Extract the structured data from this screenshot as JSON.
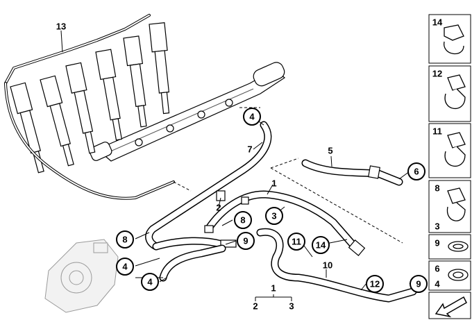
{
  "callouts": {
    "c13": "13",
    "c1_top": "1",
    "c2_top": "2",
    "c3": "3",
    "c4_top": "4",
    "c4_mid": "4",
    "c4_bottom": "4",
    "c5": "5",
    "c6": "6",
    "c7": "7",
    "c8_left": "8",
    "c8_mid": "8",
    "c9_mid": "9",
    "c9_right": "9",
    "c10": "10",
    "c11": "11",
    "c12": "12",
    "c14": "14"
  },
  "assembly": {
    "parent": "1",
    "child_a": "2",
    "child_b": "3"
  },
  "sidebar": {
    "items": [
      {
        "label_top": "14",
        "label_bottom": ""
      },
      {
        "label_top": "12",
        "label_bottom": ""
      },
      {
        "label_top": "11",
        "label_bottom": ""
      },
      {
        "label_top": "8",
        "label_bottom": "3"
      },
      {
        "label_top": "9",
        "label_bottom": ""
      },
      {
        "label_top": "6",
        "label_bottom": "4"
      }
    ],
    "nav_icon": "arrow-icon"
  }
}
